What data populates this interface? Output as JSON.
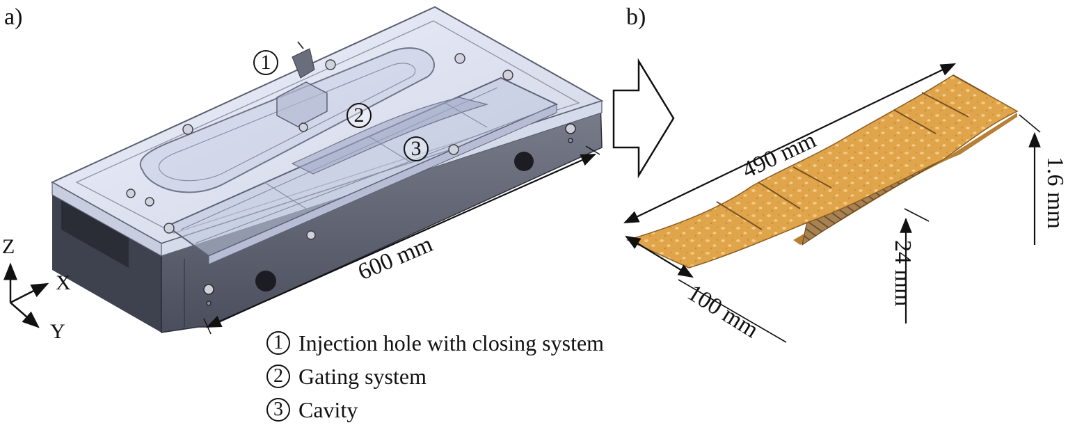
{
  "panels": {
    "a": "a)",
    "b": "b)"
  },
  "callouts": {
    "one": "1",
    "two": "2",
    "three": "3"
  },
  "dimensions": {
    "mold_length": "600 mm",
    "part_length": "490 mm",
    "part_width": "100 mm",
    "thickness_thick": "24 mm",
    "thickness_thin": "1.6 mm"
  },
  "axes": {
    "z": "Z",
    "x": "X",
    "y": "Y"
  },
  "legend": [
    {
      "num": "1",
      "text": "Injection hole with closing system"
    },
    {
      "num": "2",
      "text": "Gating system"
    },
    {
      "num": "3",
      "text": "Cavity"
    }
  ],
  "colors": {
    "mold_body": "#5c5f6e",
    "mold_lid": "#dfe3f2",
    "foam": "#e0a850",
    "foam_pore": "#f2c97f"
  }
}
